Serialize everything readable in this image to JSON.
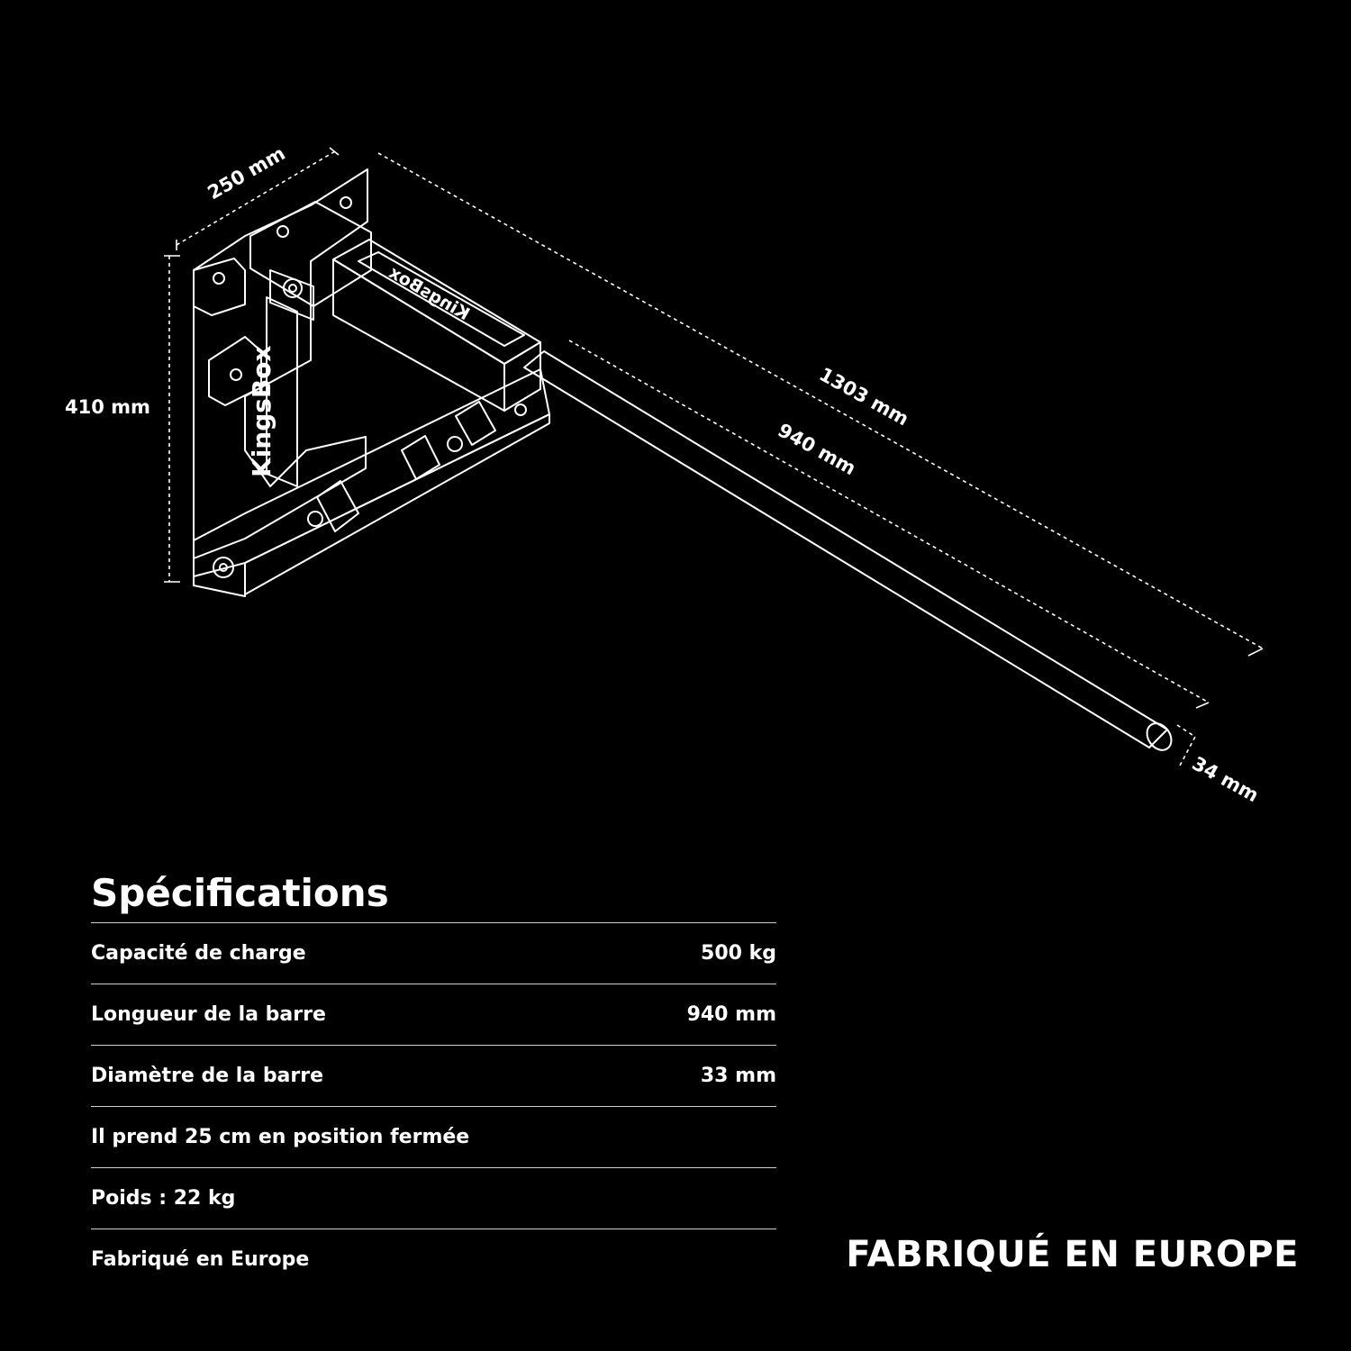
{
  "diagram": {
    "brand": "KingsBox",
    "dimensions": {
      "width": "250 mm",
      "height": "410 mm",
      "total_length": "1303 mm",
      "bar_length": "940 mm",
      "bar_diameter": "34 mm"
    }
  },
  "specs": {
    "title": "Spécifications",
    "rows": [
      {
        "label": "Capacité de charge",
        "value": "500 kg"
      },
      {
        "label": "Longueur de la barre",
        "value": "940 mm"
      },
      {
        "label": "Diamètre de la barre",
        "value": "33 mm"
      },
      {
        "label": "Il prend 25 cm en position fermée",
        "value": ""
      },
      {
        "label": "Poids : 22 kg",
        "value": ""
      },
      {
        "label": "Fabriqué en Europe",
        "value": ""
      }
    ]
  },
  "badge": {
    "made_in": "FABRIQUÉ EN EUROPE"
  },
  "colors": {
    "background": "#000000",
    "line": "#ffffff",
    "divider": "#cfcfcf"
  }
}
